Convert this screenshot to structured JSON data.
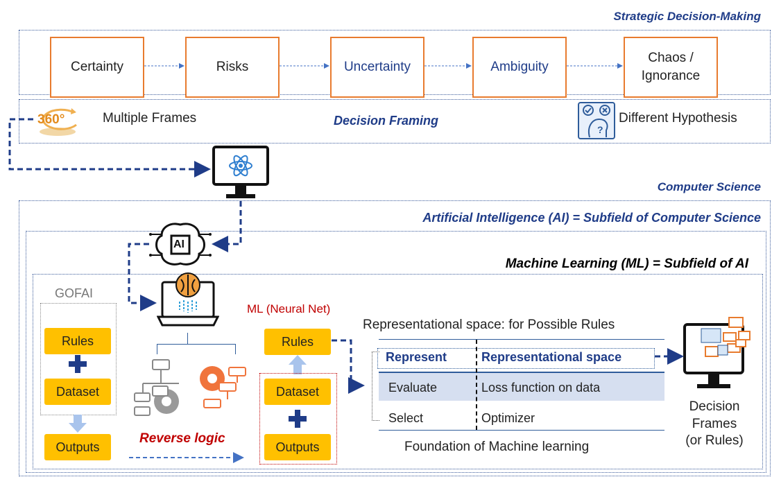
{
  "strategic": {
    "title": "Strategic Decision-Making",
    "stages": [
      "Certainty",
      "Risks",
      "Uncertainty",
      "Ambiguity",
      "Chaos /\nIgnorance"
    ]
  },
  "framing": {
    "title": "Decision Framing",
    "left_label": "Multiple Frames",
    "left_icon_text": "360°",
    "right_label": "Different Hypothesis"
  },
  "cs": {
    "title": "Computer Science"
  },
  "ai": {
    "title": "Artificial Intelligence (AI) =  Subfield of Computer Science",
    "icon_text": "AI"
  },
  "ml": {
    "title": "Machine Learning (ML) =  Subfield of AI"
  },
  "gofai": {
    "label": "GOFAI",
    "rules": "Rules",
    "dataset": "Dataset",
    "outputs": "Outputs"
  },
  "reverse_logic": "Reverse logic",
  "nn": {
    "label": "ML (Neural Net)",
    "rules": "Rules",
    "dataset": "Dataset",
    "outputs": "Outputs"
  },
  "table": {
    "title": "Representational space: for Possible Rules",
    "rows": [
      [
        "Represent",
        "Representational space"
      ],
      [
        "Evaluate",
        "Loss function on data"
      ],
      [
        "Select",
        "Optimizer"
      ]
    ],
    "footer": "Foundation of Machine learning"
  },
  "decision_frames": "Decision\nFrames\n(or Rules)",
  "colors": {
    "accent_blue": "#1f3c88",
    "orange": "#e87b2e",
    "yellow": "#ffc000",
    "red": "#c00000",
    "row_shade": "#d6dff0"
  }
}
